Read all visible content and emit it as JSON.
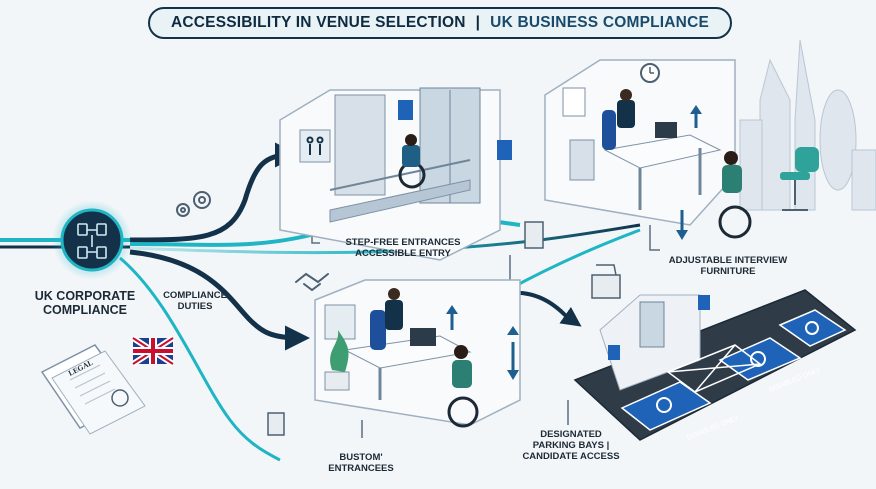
{
  "header": {
    "title_main": "ACCESSIBILITY IN VENUE SELECTION",
    "separator": "|",
    "title_sub": "UK BUSINESS COMPLIANCE"
  },
  "labels": {
    "corporate": [
      "UK CORPORATE",
      "COMPLIANCE"
    ],
    "duties": [
      "COMPLIANCE",
      "DUTIES"
    ],
    "step_free": [
      "STEP-FREE ENTRANCES",
      "ACCESSIBLE ENTRY"
    ],
    "furniture": [
      "ADJUSTABLE INTERVIEW",
      "FURNITURE"
    ],
    "bustom": [
      "BUSTOM'",
      "ENTRANCEES"
    ],
    "parking": [
      "DESIGNATED",
      "PARKING BAYS |",
      "CANDIDATE ACCESS"
    ]
  },
  "document": {
    "stamp_text": "LEGAL"
  },
  "parking_bays": {
    "marking_text": "DISABLED ONLY"
  },
  "colors": {
    "navy": "#13324a",
    "accent_teal": "#1fb5c4",
    "accessibility_blue": "#1e63b8",
    "chair_teal": "#2fa39a",
    "background": "#f3f6f9"
  },
  "icons": [
    "hub-network-icon",
    "gear-icon",
    "handshake-icon",
    "building-icon",
    "folder-icon",
    "wheelchair-sign-icon",
    "toilet-sign-icon",
    "clock-icon",
    "certificate-icon",
    "uk-flag-icon"
  ]
}
